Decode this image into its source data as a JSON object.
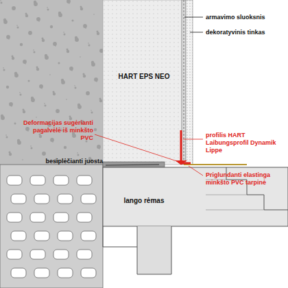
{
  "diagram": {
    "labels": [
      "armavimo sluoksnis",
      "dekoratyvinis tinkas",
      "HART EPS NEO",
      "profilis HART Laibungsprofil Dynamik Lippe",
      "Deformacijas sugėrianti pagalvėlė iš minkšto PVC",
      "besiplėčianti juosta",
      "Priglundanti elastinga minkšto PVC tarpinė",
      "lango rėmas"
    ]
  }
}
